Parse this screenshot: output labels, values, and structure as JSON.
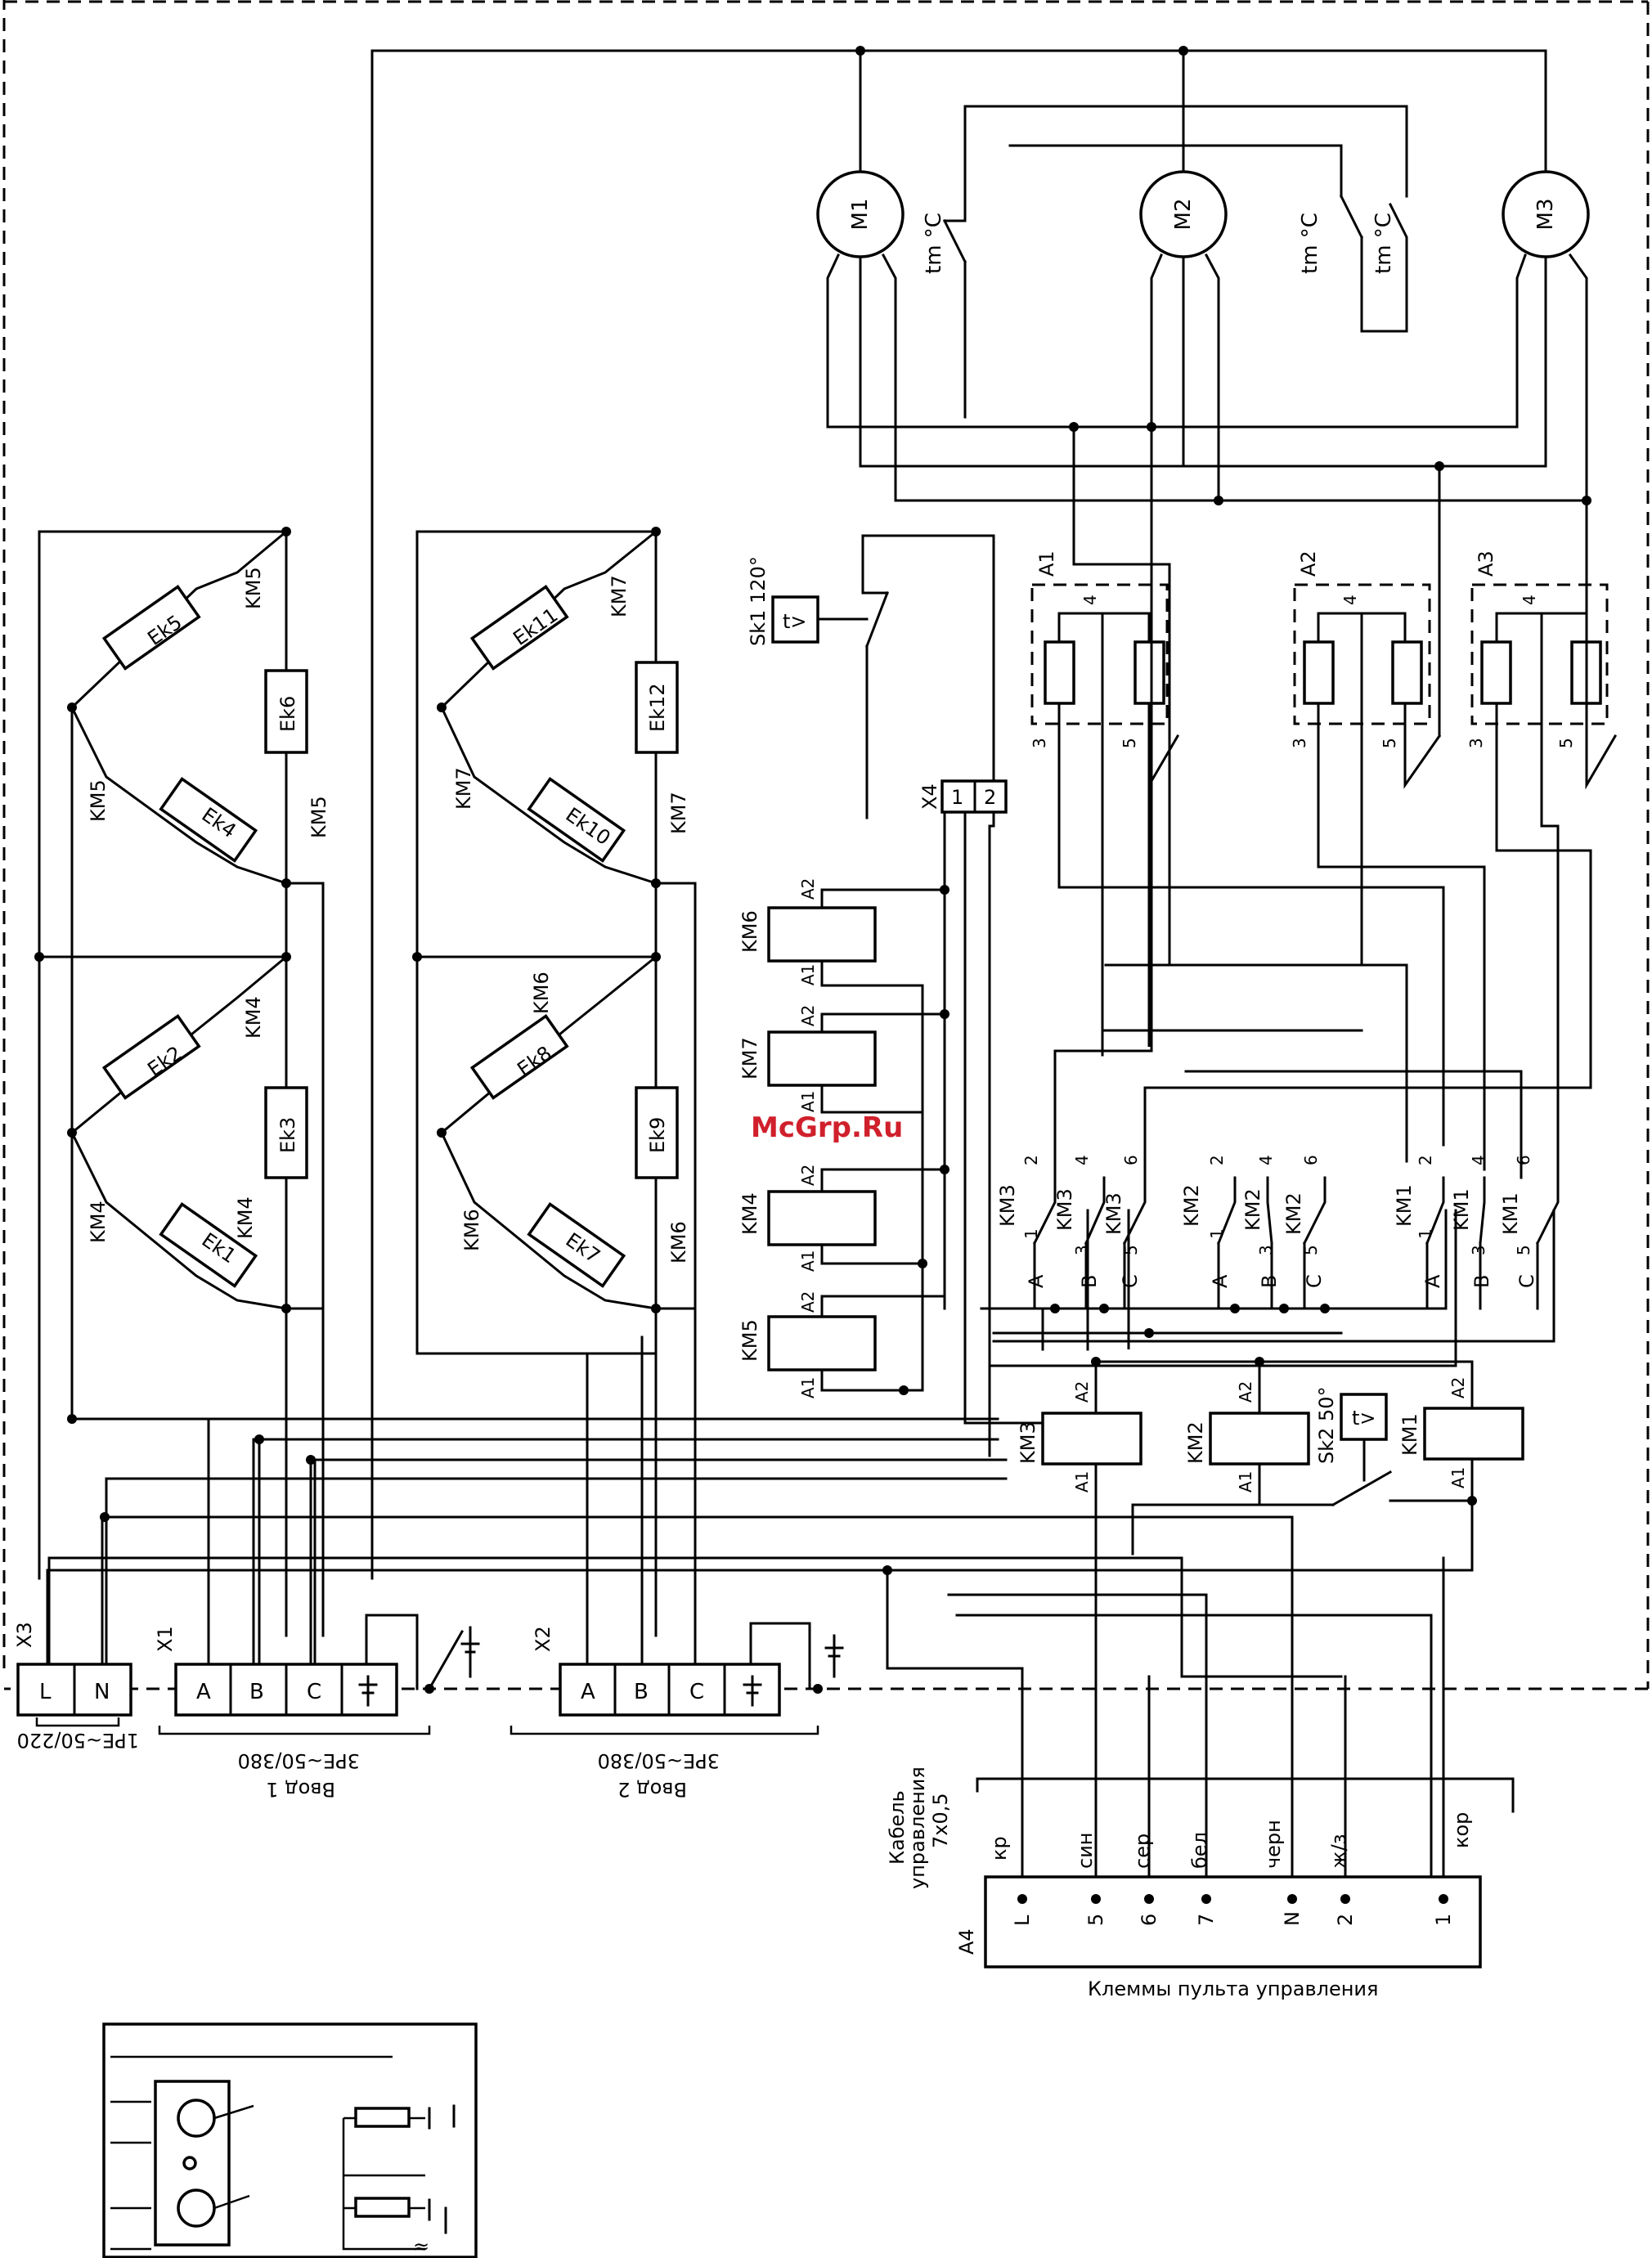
{
  "watermark": "McGrp.Ru",
  "motors": [
    "M1",
    "M2",
    "M3"
  ],
  "thermostats": [
    "tm °C",
    "tm °C",
    "tm °C"
  ],
  "heaters": [
    "Ek1",
    "Ek2",
    "Ek3",
    "Ek4",
    "Ek5",
    "Ek6",
    "Ek7",
    "Ek8",
    "Ek9",
    "Ek10",
    "Ek11",
    "Ek12"
  ],
  "contactors": {
    "km4": "KM4",
    "km5": "KM5",
    "km6": "KM6",
    "km7": "KM7",
    "km1": "KM1",
    "km2": "KM2",
    "km3": "KM3"
  },
  "coil_terms": {
    "a1": "A1",
    "a2": "A2"
  },
  "sensors": {
    "sk1": "Sk1 120°",
    "sk2": "Sk2 50°"
  },
  "modules": [
    "A1",
    "A2",
    "A3"
  ],
  "module_terms": {
    "t3": "3",
    "t4": "4",
    "t5": "5"
  },
  "contact_nums": [
    "1",
    "2",
    "3",
    "4",
    "5",
    "6"
  ],
  "phases": [
    "A",
    "B",
    "C"
  ],
  "x4": {
    "label": "X4",
    "t1": "1",
    "t2": "2"
  },
  "x3": {
    "label": "X3",
    "l": "L",
    "n": "N",
    "spec": "1PE~50/220"
  },
  "x1": {
    "label": "X1",
    "spec": "3PE~50/380",
    "name": "Ввод 1"
  },
  "x2": {
    "label": "X2",
    "spec": "3PE~50/380",
    "name": "Ввод 2"
  },
  "cable": {
    "line1": "Кабель",
    "line2": "управления",
    "line3": "7х0,5"
  },
  "cable_colors": [
    "кр",
    "син",
    "сер",
    "бел",
    "черн",
    "ж/з",
    "кор"
  ],
  "a4": {
    "label": "A4",
    "terms": [
      "L",
      "5",
      "6",
      "7",
      "N",
      "2",
      "1"
    ],
    "title": "Клеммы пульта управления"
  },
  "inset_symbol": "≈"
}
